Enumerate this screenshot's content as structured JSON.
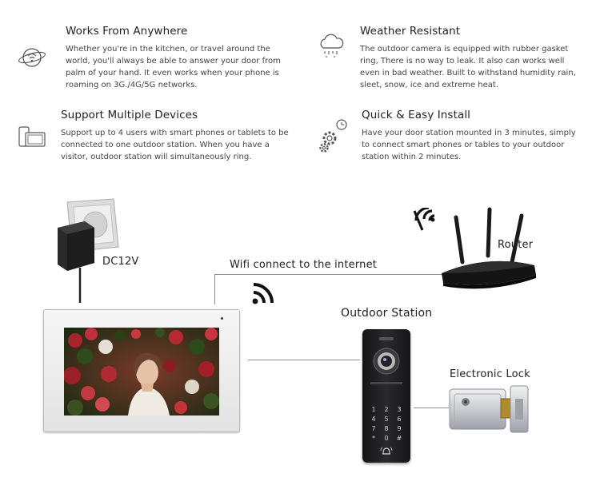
{
  "features": [
    {
      "title": "Works From Anywhere",
      "text": "Whether you're in the kitchen, or travel around the world, you'll always be able to answer your door from palm of your hand. It even works when your phone is roaming on 3G./4G/5G networks.",
      "icon": "globe-wifi-icon"
    },
    {
      "title": "Weather Resistant",
      "text": "The outdoor camera is equipped with rubber gasket ring, There is no way to leak. It also can works well even in bad weather. Built to withstand humidity rain, sleet, snow, ice and extreme heat.",
      "icon": "rain-cloud-icon"
    },
    {
      "title": "Support Multiple Devices",
      "text": "Support up to 4 users with smart phones or tablets to be connected to one outdoor station. When you have a visitor, outdoor station will simultaneously ring.",
      "icon": "devices-icon"
    },
    {
      "title": "Quick & Easy Install",
      "text": "Have your door station mounted in 3 minutes, simply to connect smart phones or tables to your outdoor station within 2 minutes.",
      "icon": "gears-clock-icon"
    }
  ],
  "diagram": {
    "power_label": "DC12V",
    "wifi_label": "Wifi connect to the internet",
    "router_label": "Router",
    "station_label": "Outdoor Station",
    "lock_label": "Electronic Lock",
    "keypad": [
      "1",
      "2",
      "3",
      "4",
      "5",
      "6",
      "7",
      "8",
      "9",
      "*",
      "0",
      "#"
    ]
  },
  "colors": {
    "text": "#222222",
    "line": "#8c8c8c",
    "device_dark": "#1c1c1e",
    "lock_metal": "#c9ccd0",
    "lock_brass": "#b08a2e"
  }
}
